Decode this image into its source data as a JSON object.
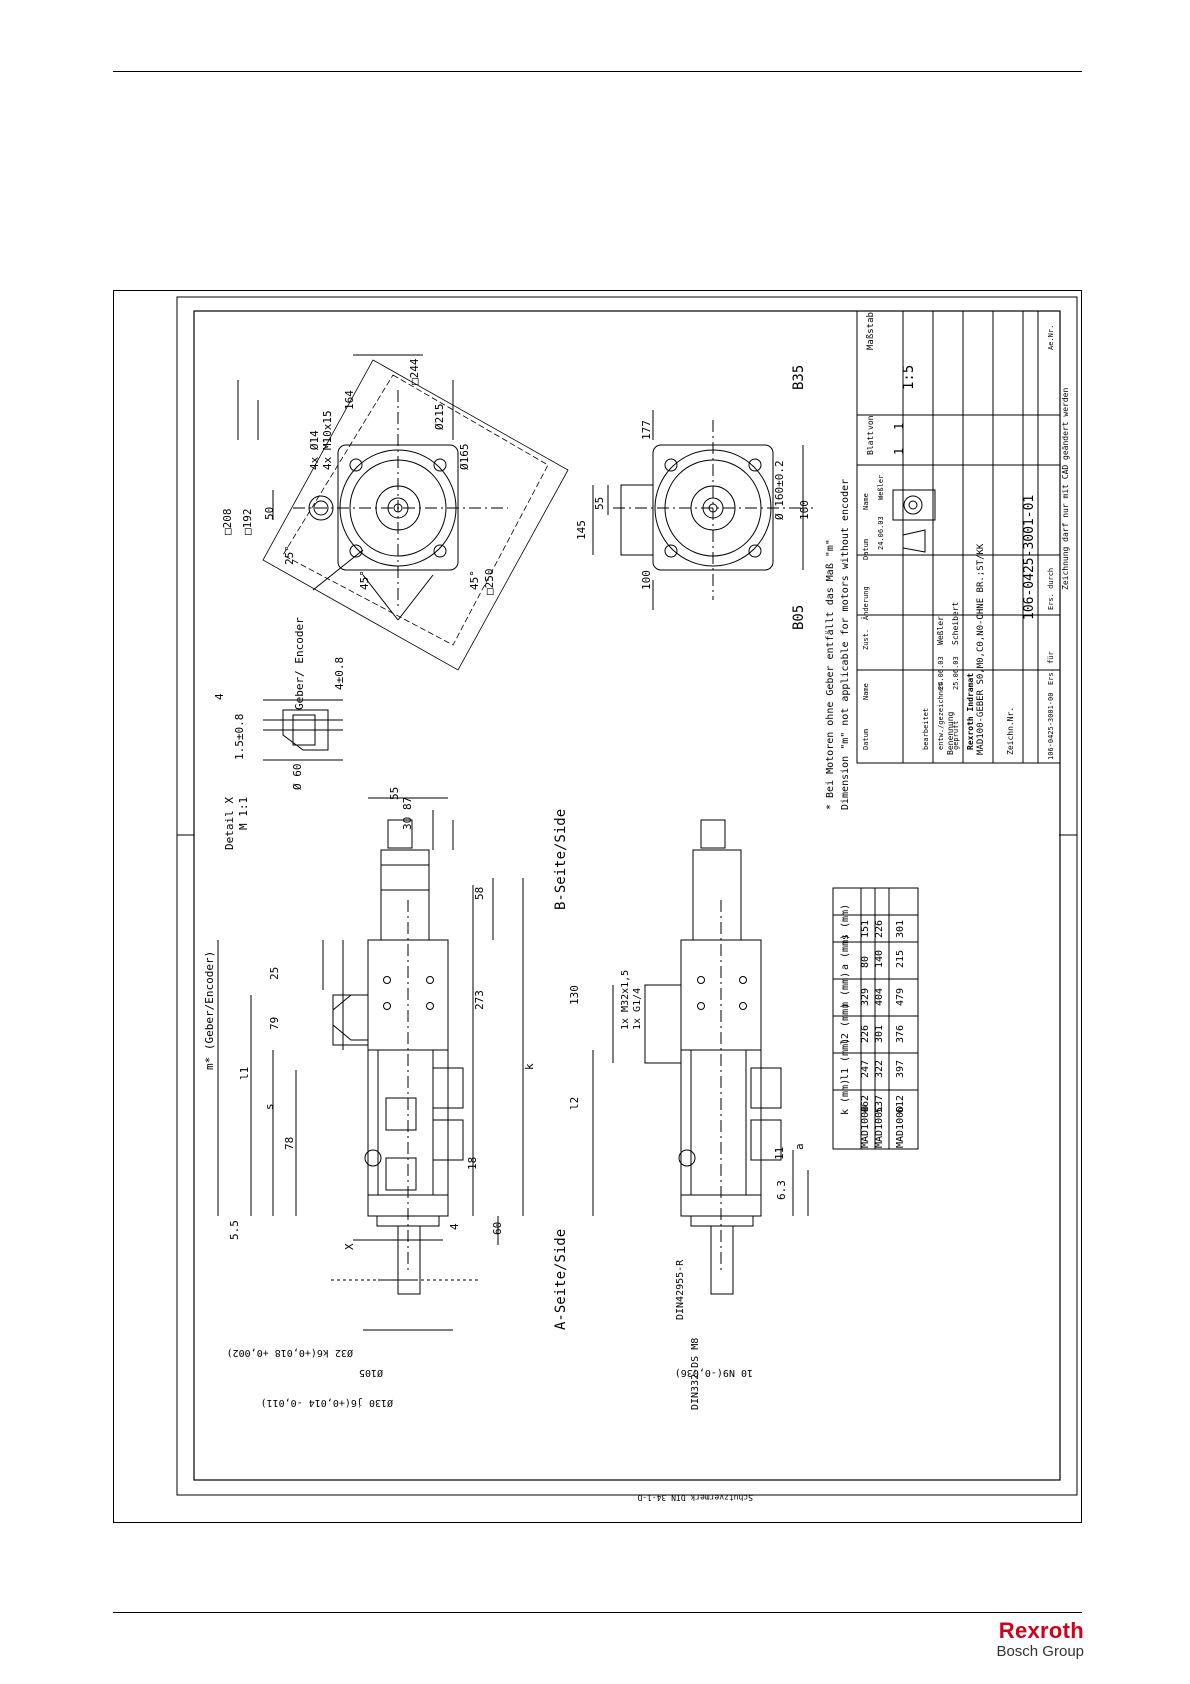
{
  "drawing": {
    "detail_x": "Detail X",
    "detail_scale": "M 1:1",
    "encoder_label": "m* (Geber/Encoder)",
    "geber_encoder": "Geber/ Encoder",
    "a_side": "A-Seite/Side",
    "b_side": "B-Seite/Side",
    "b35": "B35",
    "b05": "B05",
    "note_de": "* Bei Motoren ohne Geber entfällt das Maß \"m\"",
    "note_en": "Dimension \"m\" not applicable for motors without encoder",
    "protection_note": "Schutzvermerk DIN 34-1-D",
    "cad_note": "Zeichnung darf nur mit CAD geändert werden",
    "din_center": "DIN332-DS M8",
    "din_groove": "DIN42955-R",
    "cable": "1x M32x1,5",
    "cable2": "1x G1/4",
    "keyway": "10 N9(-0,036)",
    "shaft": "Ø32 k6(+0,018 +0,002)",
    "flange": "Ø130 j6(+0,014 -0,011)",
    "d105": "Ø105",
    "dims": {
      "d5_5": "5.5",
      "d78": "78",
      "dX": "X",
      "d4": "4",
      "d18": "18",
      "d60": "60",
      "ds": "s",
      "dl1": "l1",
      "d79": "79",
      "d25": "25",
      "d273": "273",
      "d58": "58",
      "dk": "k",
      "d55": "55",
      "d30": "30",
      "d87": "87",
      "d130": "130",
      "dl2": "l2",
      "d6_3": "6.3",
      "d11": "11",
      "da": "a",
      "det1": "1.5±0.8",
      "det2": "4±0.8",
      "det3": "Ø 60",
      "det4": "4",
      "sq208": "□208",
      "sq192": "□192",
      "d50": "50",
      "a25": "25°",
      "h14": "4x Ø14",
      "m10": "4x M10x15",
      "d164": "164",
      "sq244": "□244",
      "d215": "Ø215",
      "d165": "Ø165",
      "sq250": "□250",
      "a45a": "45°",
      "a45b": "45°",
      "d145": "145",
      "d55b": "55",
      "d177": "177",
      "d100": "100",
      "d160": "Ø 160±0.2",
      "d100b": "100"
    },
    "table": {
      "headers": [
        "",
        "k (mm)",
        "l1 (mm)",
        "l2 (mm)",
        "m (mm)",
        "a (mm)",
        "s (mm)"
      ],
      "rows": [
        [
          "MAD100B",
          "462",
          "247",
          "226",
          "329",
          "80",
          "151"
        ],
        [
          "MAD100C",
          "537",
          "322",
          "301",
          "404",
          "140",
          "226"
        ],
        [
          "MAD100D",
          "612",
          "397",
          "376",
          "479",
          "215",
          "301"
        ]
      ]
    },
    "title_block": {
      "scale_label": "Maßstab",
      "scale": "1:5",
      "sheet_label": "Blatt",
      "sheet": "1",
      "of_label": "von",
      "of": "1",
      "designation_label": "Benennung",
      "designation": "MAD100-GEBER S0,M0,C0,N0-OHNE BR.;ST/KK",
      "drawing_no_label": "Zeichn.Nr.",
      "drawing_no": "106-0425-3001-01",
      "row_labels": [
        "bearbeitet",
        "entw./gezeichnet",
        "geprüft"
      ],
      "dates": [
        "",
        "24.06.03",
        "25.06.03"
      ],
      "names": [
        "",
        "Weßler",
        "Scheibert"
      ],
      "change_date": "24.06.03",
      "change_name": "Weßler",
      "company": "Rexroth Indramat",
      "col_labels": [
        "Datum",
        "Name",
        "Zust.",
        "Änderung",
        "Datum",
        "Name"
      ],
      "origin": "106-0425-3001-00",
      "ers_label": "Ers. für",
      "ers_durch": "Ers. durch",
      "ae_label": "Ae.Nr."
    }
  },
  "footer": {
    "brand": "Rexroth",
    "group": "Bosch Group",
    "brand_color": "#d0021b"
  }
}
